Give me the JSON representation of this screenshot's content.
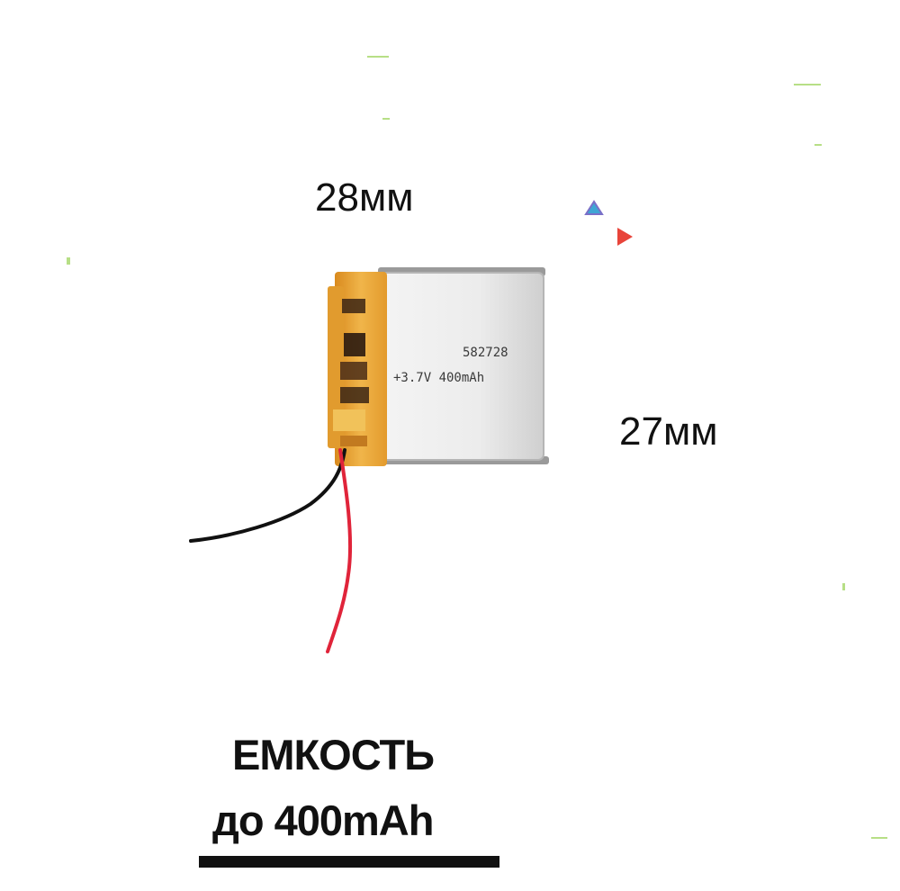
{
  "dimensions": {
    "width_label": "28мм",
    "height_label": "27мм"
  },
  "battery": {
    "model": "582728",
    "spec": "+3.7V 400mAh",
    "wires": [
      "black",
      "red"
    ]
  },
  "caption": {
    "line1": "ЕМКОСТЬ",
    "line2": "до 400mAh"
  },
  "colors": {
    "arrow_gradient": [
      "#b8345a",
      "#7b3fa8",
      "#3a55c8",
      "#2fae9a",
      "#e0b84a",
      "#e8443a"
    ],
    "vertical_arrow": "#3a6fb0",
    "kapton_tape": "#e9a93b",
    "battery_body": "#ebebeb",
    "text": "#111111"
  }
}
